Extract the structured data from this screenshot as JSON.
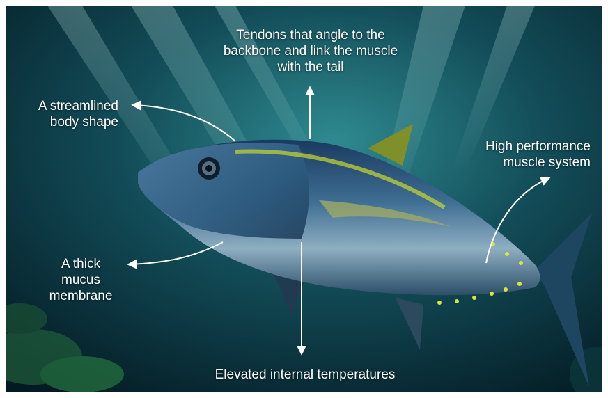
{
  "labels": {
    "tendons": [
      "Tendons that angle to the",
      "backbone and link the muscle",
      "with the tail"
    ],
    "streamlined": [
      "A streamlined",
      "body shape"
    ],
    "muscle": [
      "High performance",
      "muscle system"
    ],
    "mucus": [
      "A thick",
      "mucus",
      "membrane"
    ],
    "temperature": "Elevated internal temperatures"
  },
  "colors": {
    "water_dark": "#06222a",
    "water_mid": "#0d4450",
    "water_light": "#2a7d86",
    "fish_back": "#1c3f66",
    "fish_belly": "#9ab6c8",
    "fin_yellow": "#c9d830",
    "arrow": "#ffffff"
  }
}
